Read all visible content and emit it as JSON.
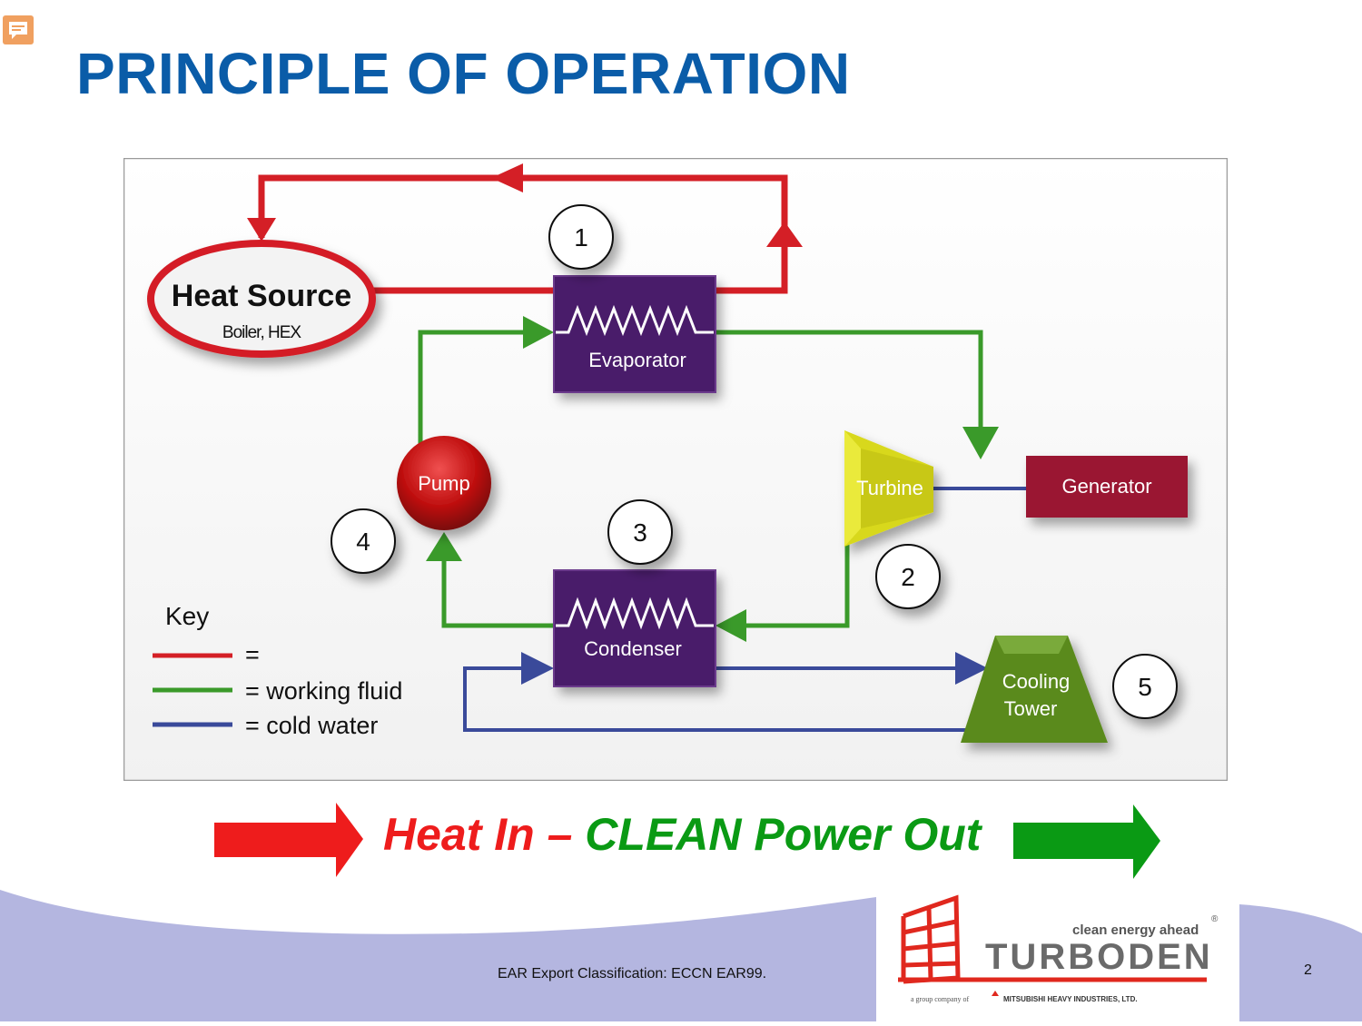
{
  "title": "PRINCIPLE OF OPERATION",
  "diagram": {
    "heat_source": {
      "label": "Heat Source",
      "sublabel": "Boiler, HEX"
    },
    "evaporator": "Evaporator",
    "turbine": "Turbine",
    "generator": "Generator",
    "pump": "Pump",
    "condenser": "Condenser",
    "cooling_tower": [
      "Cooling",
      "Tower"
    ],
    "steps": [
      "1",
      "2",
      "3",
      "4",
      "5"
    ],
    "key": {
      "title": "Key",
      "items": [
        {
          "label": "=",
          "color": "#d41f26"
        },
        {
          "label": "= working fluid",
          "color": "#3a9a2a"
        },
        {
          "label": "= cold water",
          "color": "#3a4a9a"
        }
      ]
    },
    "colors": {
      "hot_loop": "#d41f26",
      "working_fluid": "#3a9a2a",
      "cold_water": "#3a4a9a",
      "component_purple": "#4a1a6a",
      "generator_red": "#9a1430",
      "turbine_yellow": "#d8d81a",
      "tower_green": "#5a8a1a"
    }
  },
  "slogan": {
    "part1": "Heat In – ",
    "part2": "CLEAN Power Out"
  },
  "footer": {
    "classification": "EAR Export Classification: ECCN EAR99.",
    "page_number": "2",
    "logo": {
      "brand": "TURBODEN",
      "tagline": "clean energy ahead",
      "subline": "a group company of",
      "parent": "MITSUBISHI HEAVY INDUSTRIES, LTD."
    }
  }
}
